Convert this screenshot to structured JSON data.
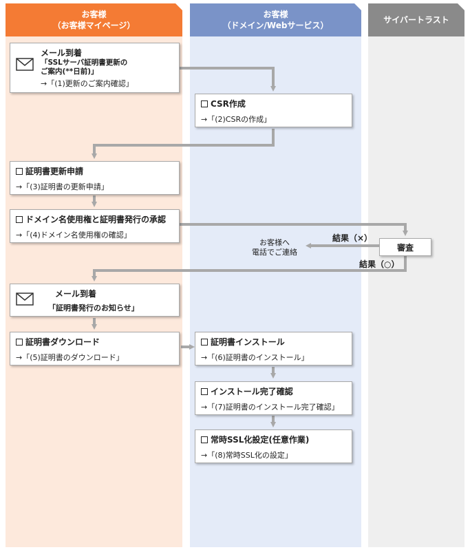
{
  "lanes": [
    {
      "line1": "お客様",
      "line2": "（お客様マイページ）"
    },
    {
      "line1": "お客様",
      "line2": "（ドメイン/Webサービス）"
    },
    {
      "line1": "サイバートラスト",
      "line2": ""
    }
  ],
  "steps": {
    "mail1": {
      "title": "メール到着",
      "detail1": "「SSLサーバ証明書更新の",
      "detail2": "ご案内(**日前)」",
      "ref": "→「(1)更新のご案内確認」"
    },
    "csr": {
      "title": "CSR作成",
      "ref": "→「(2)CSRの作成」"
    },
    "apply": {
      "title": "証明書更新申請",
      "ref": "→「(3)証明書の更新申請」"
    },
    "approve": {
      "title": "ドメイン名使用権と証明書発行の承認",
      "ref": "→「(4)ドメイン名使用権の確認」"
    },
    "review": {
      "title": "審査"
    },
    "mail2": {
      "title": "メール到着",
      "detail": "「証明書発行のお知らせ」"
    },
    "download": {
      "title": "証明書ダウンロード",
      "ref": "→「(5)証明書のダウンロード」"
    },
    "install": {
      "title": "証明書インストール",
      "ref": "→「(6)証明書のインストール」"
    },
    "confirm": {
      "title": "インストール完了確認",
      "ref": "→「(7)証明書のインストール完了確認」"
    },
    "ssl": {
      "title": "常時SSL化設定(任意作業)",
      "ref": "→「(8)常時SSL化の設定」"
    }
  },
  "labels": {
    "result_ng": "結果（×）",
    "result_ok": "結果（○）",
    "contact1": "お客様へ",
    "contact2": "電話でご連絡"
  },
  "colors": {
    "lane1_head": "#f47b34",
    "lane1_body": "#fde9dc",
    "lane2_head": "#7a93c8",
    "lane2_body": "#e4ebf8",
    "lane3_head": "#8a8a8a",
    "lane3_body": "#efefef",
    "arrow": "#a8a8a8"
  }
}
